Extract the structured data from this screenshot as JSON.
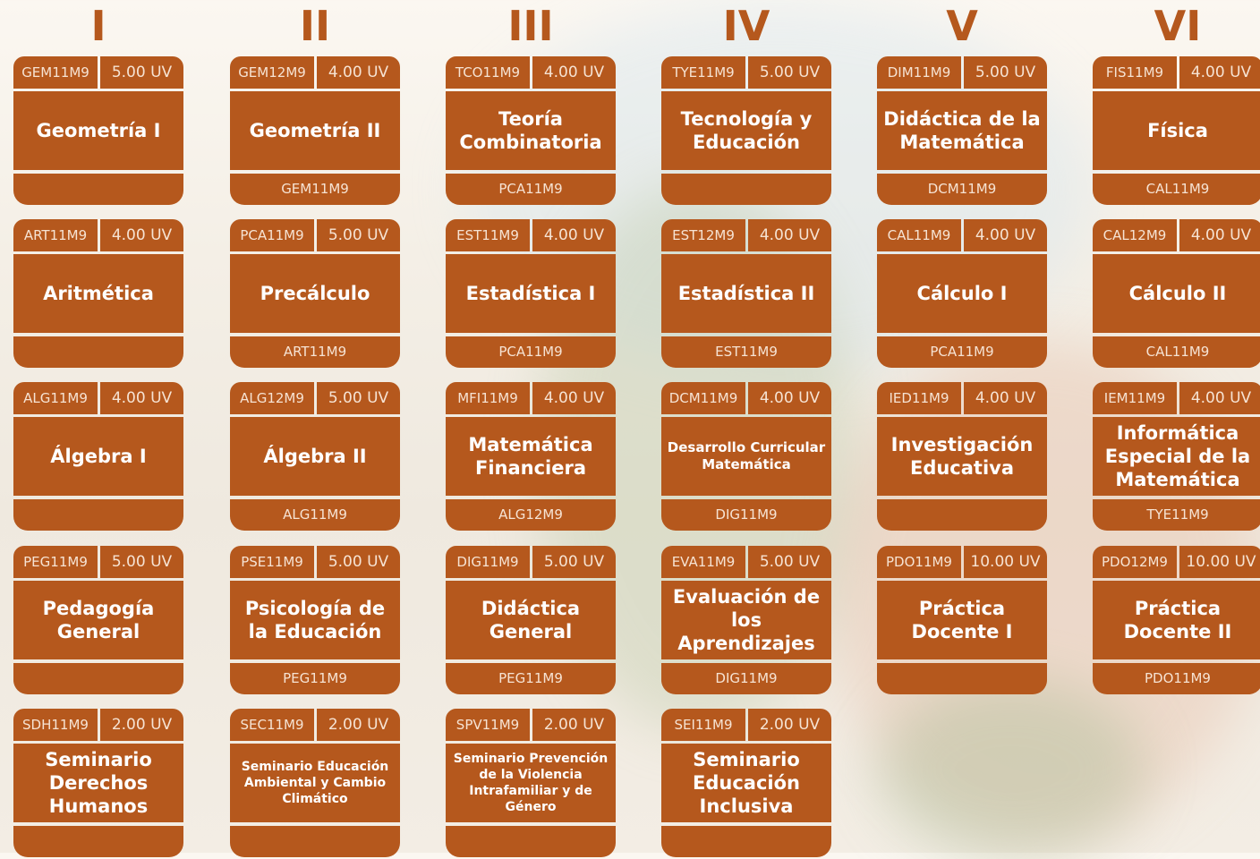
{
  "columns": [
    {
      "numeral": "I",
      "courses": [
        {
          "code": "GEM11M9",
          "uv": "5.00 UV",
          "name": "Geometría I",
          "prereq": ""
        },
        {
          "code": "ART11M9",
          "uv": "4.00 UV",
          "name": "Aritmética",
          "prereq": ""
        },
        {
          "code": "ALG11M9",
          "uv": "4.00 UV",
          "name": "Álgebra I",
          "prereq": ""
        },
        {
          "code": "PEG11M9",
          "uv": "5.00 UV",
          "name": "Pedagogía General",
          "prereq": ""
        },
        {
          "code": "SDH11M9",
          "uv": "2.00 UV",
          "name": "Seminario Derechos Humanos",
          "prereq": ""
        }
      ]
    },
    {
      "numeral": "II",
      "courses": [
        {
          "code": "GEM12M9",
          "uv": "4.00 UV",
          "name": "Geometría II",
          "prereq": "GEM11M9"
        },
        {
          "code": "PCA11M9",
          "uv": "5.00 UV",
          "name": "Precálculo",
          "prereq": "ART11M9"
        },
        {
          "code": "ALG12M9",
          "uv": "5.00 UV",
          "name": "Álgebra II",
          "prereq": "ALG11M9"
        },
        {
          "code": "PSE11M9",
          "uv": "5.00 UV",
          "name": "Psicología de la Educación",
          "prereq": "PEG11M9"
        },
        {
          "code": "SEC11M9",
          "uv": "2.00 UV",
          "name": "Seminario Educación Ambiental y Cambio Climático",
          "prereq": ""
        }
      ]
    },
    {
      "numeral": "III",
      "courses": [
        {
          "code": "TCO11M9",
          "uv": "4.00 UV",
          "name": "Teoría Combinatoria",
          "prereq": "PCA11M9"
        },
        {
          "code": "EST11M9",
          "uv": "4.00 UV",
          "name": "Estadística I",
          "prereq": "PCA11M9"
        },
        {
          "code": "MFI11M9",
          "uv": "4.00 UV",
          "name": "Matemática Financiera",
          "prereq": "ALG12M9"
        },
        {
          "code": "DIG11M9",
          "uv": "5.00 UV",
          "name": "Didáctica General",
          "prereq": "PEG11M9"
        },
        {
          "code": "SPV11M9",
          "uv": "2.00 UV",
          "name": "Seminario Prevención de la Violencia Intrafamiliar y de Género",
          "prereq": ""
        }
      ]
    },
    {
      "numeral": "IV",
      "courses": [
        {
          "code": "TYE11M9",
          "uv": "5.00 UV",
          "name": "Tecnología y Educación",
          "prereq": ""
        },
        {
          "code": "EST12M9",
          "uv": "4.00 UV",
          "name": "Estadística II",
          "prereq": "EST11M9"
        },
        {
          "code": "DCM11M9",
          "uv": "4.00 UV",
          "name": "Desarrollo Curricular Matemática",
          "prereq": "DIG11M9"
        },
        {
          "code": "EVA11M9",
          "uv": "5.00 UV",
          "name": "Evaluación de los Aprendizajes",
          "prereq": "DIG11M9"
        },
        {
          "code": "SEI11M9",
          "uv": "2.00 UV",
          "name": "Seminario Educación Inclusiva",
          "prereq": ""
        }
      ]
    },
    {
      "numeral": "V",
      "courses": [
        {
          "code": "DIM11M9",
          "uv": "5.00 UV",
          "name": "Didáctica de la Matemática",
          "prereq": "DCM11M9"
        },
        {
          "code": "CAL11M9",
          "uv": "4.00 UV",
          "name": "Cálculo I",
          "prereq": "PCA11M9"
        },
        {
          "code": "IED11M9",
          "uv": "4.00 UV",
          "name": "Investigación Educativa",
          "prereq": ""
        },
        {
          "code": "PDO11M9",
          "uv": "10.00 UV",
          "name": "Práctica Docente I",
          "prereq": ""
        }
      ]
    },
    {
      "numeral": "VI",
      "courses": [
        {
          "code": "FIS11M9",
          "uv": "4.00 UV",
          "name": "Física",
          "prereq": "CAL11M9"
        },
        {
          "code": "CAL12M9",
          "uv": "4.00 UV",
          "name": "Cálculo II",
          "prereq": "CAL11M9"
        },
        {
          "code": "IEM11M9",
          "uv": "4.00 UV",
          "name": "Informática Especial de la Matemática",
          "prereq": "TYE11M9"
        },
        {
          "code": "PDO12M9",
          "uv": "10.00 UV",
          "name": "Práctica Docente II",
          "prereq": "PDO11M9"
        }
      ]
    }
  ],
  "colors": {
    "card": "#b5581d",
    "numeral": "#b5581d",
    "text_light": "#f6e3d3"
  }
}
